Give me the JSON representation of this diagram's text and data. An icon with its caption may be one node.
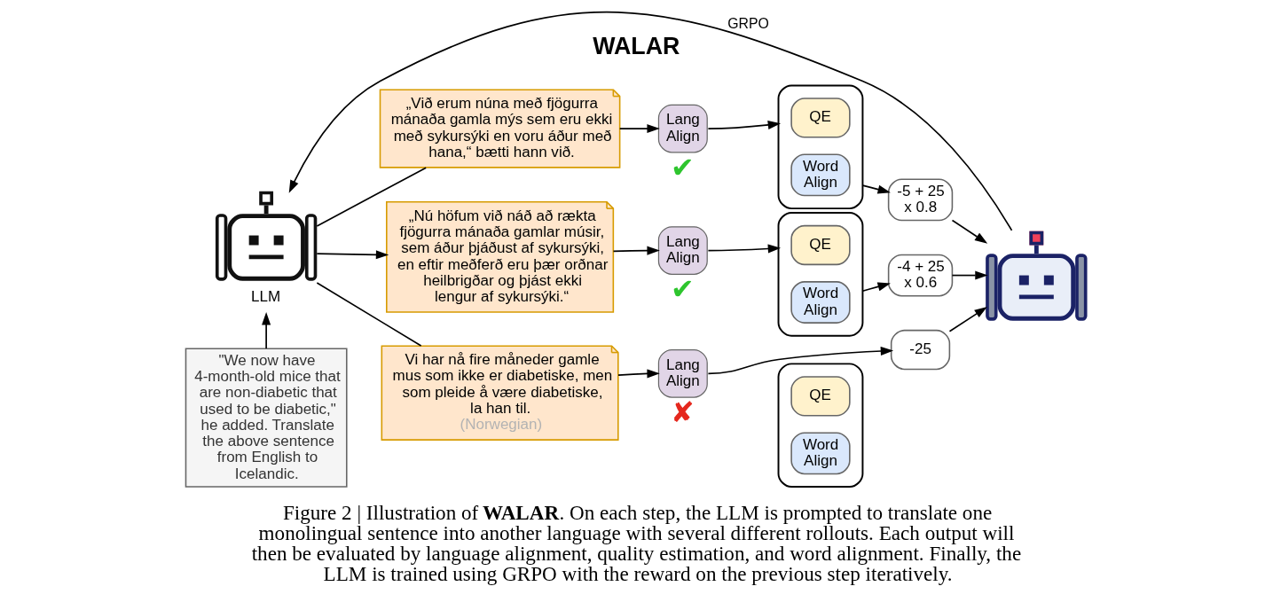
{
  "diagram": {
    "title": "WALAR",
    "caption": "Figure 2 | Illustration of **WALAR**. On each step, the LLM is prompted to translate one monolingual sentence into another language with several different rollouts. Each output will then be evaluated by language alignment, quality estimation, and word alignment. Finally, the LLM is trained using GRPO with the reward on the previous step iteratively.",
    "nodes": [
      {
        "text": [
          "\"We now have 4-month-old mice that are non-diabetic that used to be diabetic,\" he added. Translate the above sentence from English to Icelandic."
        ]
      },
      {
        "text": [
          "LLM"
        ]
      },
      {
        "text": [
          "„Við erum núna með fjögurra mánaða gamla mýs sem eru ekki með sykursýki en voru áður með hana,“ bætti hann við."
        ]
      },
      {
        "text": [
          "Lang Align"
        ],
        "beside": [
          "✔"
        ]
      },
      {
        "text": [],
        "shape": "box"
      },
      {
        "text": [
          "QE"
        ],
        "in": 4
      },
      {
        "text": [
          "Word Align"
        ],
        "in": 4
      },
      {
        "text": [
          "-5 + 25 x 0.8"
        ]
      },
      {
        "text": [
          "„Nú höfum við náð að rækta fjögurra mánaða gamlar músir, sem áður þjáðust af sykursýki, en eftir meðferð eru þær orðnar heilbrigðar og þjást ekki lengur af sykursýki.“"
        ]
      },
      {
        "text": [
          "Lang Align"
        ],
        "beside": [
          "✔"
        ]
      },
      {
        "text": [],
        "shape": "box"
      },
      {
        "text": [
          "QE"
        ],
        "in": 10
      },
      {
        "text": [
          "Word Align"
        ],
        "in": 10
      },
      {
        "text": [
          "-4 + 25 x 0.6"
        ]
      },
      {
        "text": [
          "Vi har nå fire måneder gamle mus som ikke er diabetiske, men som pleide å være diabetiske, la han til.",
          "(Norwegian)"
        ]
      },
      {
        "text": [
          "Lang Align"
        ],
        "beside": [
          "✘"
        ]
      },
      {
        "text": [],
        "shape": "box"
      },
      {
        "text": [
          "QE"
        ],
        "in": 16
      },
      {
        "text": [
          "Word Align"
        ],
        "in": 16
      },
      {
        "text": [
          "-25"
        ]
      },
      {
        "text": [],
        "shape": "picture"
      }
    ],
    "edges": [
      {
        "from": 0,
        "to": 1,
        "arrow": "to"
      },
      {
        "from": 1,
        "to": 2,
        "arrow": "none"
      },
      {
        "from": 1,
        "to": 8,
        "arrow": "to"
      },
      {
        "from": 1,
        "to": 14,
        "arrow": "none"
      },
      {
        "from": 2,
        "to": 3,
        "arrow": "to"
      },
      {
        "from": 3,
        "to": 4,
        "arrow": "to"
      },
      {
        "from": 4,
        "to": 7,
        "arrow": "to"
      },
      {
        "from": 7,
        "to": 20,
        "arrow": "to"
      },
      {
        "from": 8,
        "to": 9,
        "arrow": "to"
      },
      {
        "from": 9,
        "to": 10,
        "arrow": "to"
      },
      {
        "from": 10,
        "to": 13,
        "arrow": "to"
      },
      {
        "from": 13,
        "to": 20,
        "arrow": "to"
      },
      {
        "from": 14,
        "to": 15,
        "arrow": "to"
      },
      {
        "from": 15,
        "to": 19,
        "arrow": "to"
      },
      {
        "from": 19,
        "to": 20,
        "arrow": "to"
      },
      {
        "from": 20,
        "to": 1,
        "arrow": "to",
        "label": "GRPO"
      }
    ]
  }
}
